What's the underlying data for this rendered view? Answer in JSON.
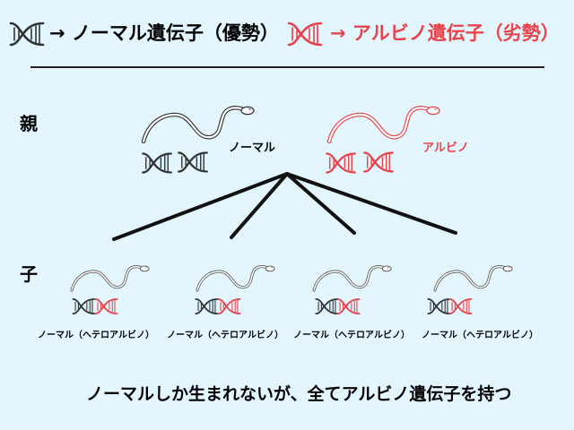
{
  "legend": {
    "normal_text": "→ ノーマル遺伝子（優勢）",
    "albino_text": "→ アルビノ遺伝子（劣勢）"
  },
  "generations": {
    "parent": "親",
    "child": "子"
  },
  "parents": {
    "normal_label": "ノーマル",
    "albino_label": "アルビノ"
  },
  "children": [
    {
      "label": "ノーマル（ヘテロアルビノ）"
    },
    {
      "label": "ノーマル（ヘテロアルビノ）"
    },
    {
      "label": "ノーマル（ヘテロアルビノ）"
    },
    {
      "label": "ノーマル（ヘテロアルビノ）"
    }
  ],
  "conclusion": "ノーマルしか生まれないが、全てアルビノ遺伝子を持つ",
  "colors": {
    "normal": "#333333",
    "albino": "#e8434a",
    "background": "#e3f6fd"
  },
  "icons": {
    "gene": "dna-icon",
    "animal": "snake-icon"
  }
}
